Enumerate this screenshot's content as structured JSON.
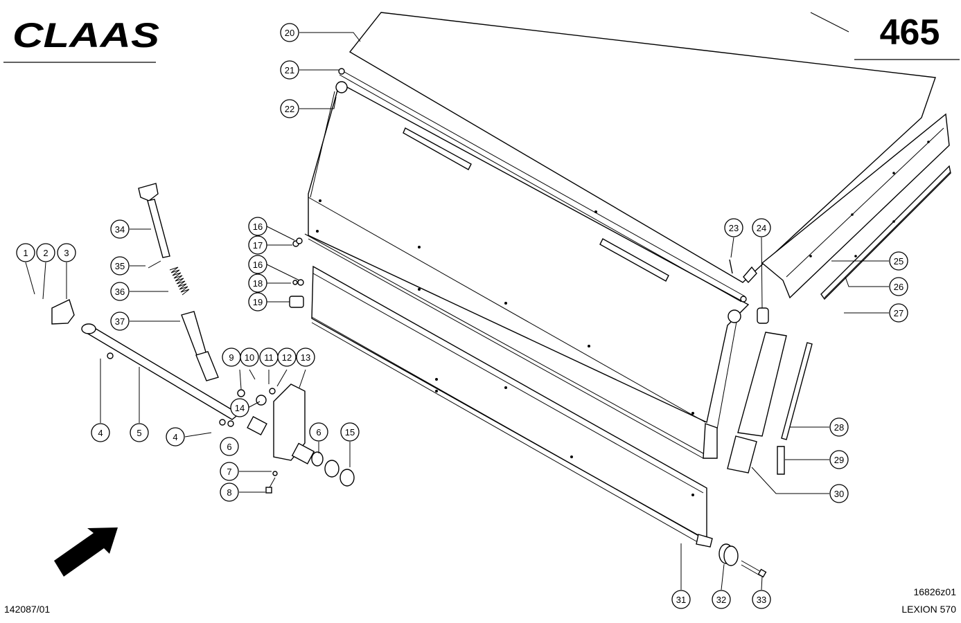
{
  "brand": {
    "logo_text": "CLAAS"
  },
  "page": {
    "number": "465"
  },
  "footer": {
    "doc_number": "142087/01",
    "drawing_id": "16826z01",
    "model": "LEXION 570"
  },
  "callouts": [
    {
      "id": "c1",
      "label": "1"
    },
    {
      "id": "c2",
      "label": "2"
    },
    {
      "id": "c3",
      "label": "3"
    },
    {
      "id": "c4a",
      "label": "4"
    },
    {
      "id": "c5",
      "label": "5"
    },
    {
      "id": "c4b",
      "label": "4"
    },
    {
      "id": "c6a",
      "label": "6"
    },
    {
      "id": "c7",
      "label": "7"
    },
    {
      "id": "c8",
      "label": "8"
    },
    {
      "id": "c9",
      "label": "9"
    },
    {
      "id": "c10",
      "label": "10"
    },
    {
      "id": "c11",
      "label": "11"
    },
    {
      "id": "c12",
      "label": "12"
    },
    {
      "id": "c13",
      "label": "13"
    },
    {
      "id": "c14",
      "label": "14"
    },
    {
      "id": "c6b",
      "label": "6"
    },
    {
      "id": "c15",
      "label": "15"
    },
    {
      "id": "c16a",
      "label": "16"
    },
    {
      "id": "c17",
      "label": "17"
    },
    {
      "id": "c16b",
      "label": "16"
    },
    {
      "id": "c18",
      "label": "18"
    },
    {
      "id": "c19",
      "label": "19"
    },
    {
      "id": "c20",
      "label": "20"
    },
    {
      "id": "c21",
      "label": "21"
    },
    {
      "id": "c22",
      "label": "22"
    },
    {
      "id": "c23",
      "label": "23"
    },
    {
      "id": "c24",
      "label": "24"
    },
    {
      "id": "c25",
      "label": "25"
    },
    {
      "id": "c26",
      "label": "26"
    },
    {
      "id": "c27",
      "label": "27"
    },
    {
      "id": "c28",
      "label": "28"
    },
    {
      "id": "c29",
      "label": "29"
    },
    {
      "id": "c30",
      "label": "30"
    },
    {
      "id": "c31",
      "label": "31"
    },
    {
      "id": "c32",
      "label": "32"
    },
    {
      "id": "c33",
      "label": "33"
    },
    {
      "id": "c34",
      "label": "34"
    },
    {
      "id": "c35",
      "label": "35"
    },
    {
      "id": "c36",
      "label": "36"
    },
    {
      "id": "c37",
      "label": "37"
    }
  ]
}
